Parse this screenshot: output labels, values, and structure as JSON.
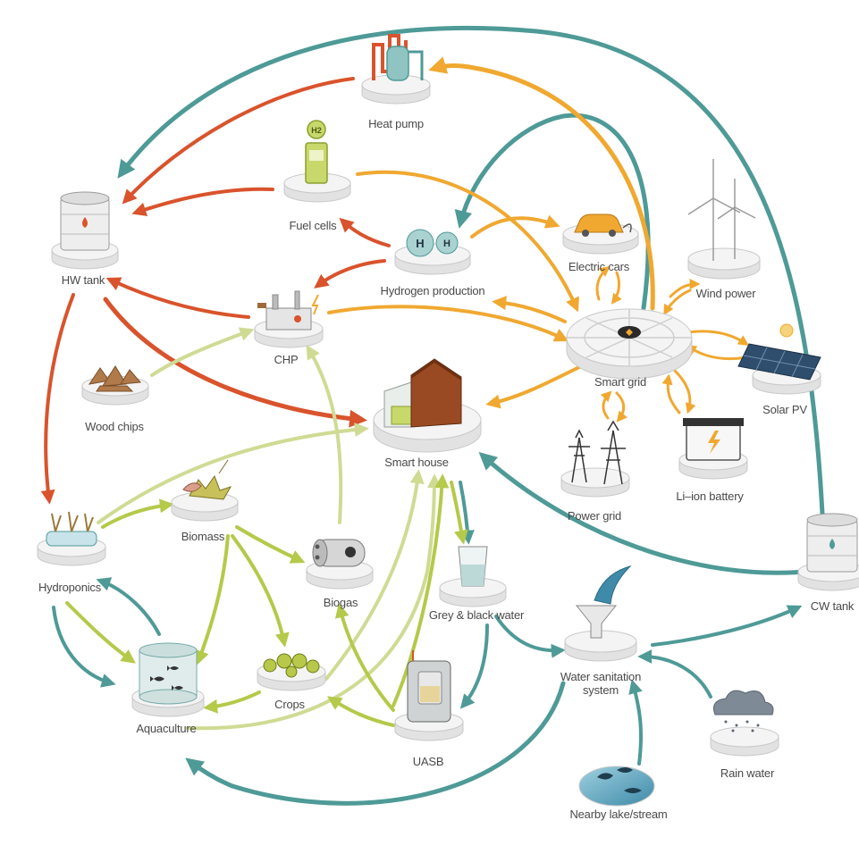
{
  "colors": {
    "heat": "#d9532c",
    "electric": "#f0a830",
    "water": "#4e9a97",
    "bio": "#b5c94a",
    "bio_light": "#d9e2a6",
    "disc_top": "#f4f4f4",
    "disc_edge": "#c9c9c9",
    "label": "#4a4a4a"
  },
  "nodes": {
    "heat_pump": {
      "label": "Heat pump",
      "icon": "heat-pump-icon"
    },
    "fuel_cells": {
      "label": "Fuel cells",
      "icon": "fuel-cell-icon"
    },
    "hw_tank": {
      "label": "HW tank",
      "icon": "hot-water-tank-icon"
    },
    "hydrogen": {
      "label": "Hydrogen production",
      "icon": "hydrogen-icon"
    },
    "electric_cars": {
      "label": "Electric cars",
      "icon": "electric-car-icon"
    },
    "wind": {
      "label": "Wind power",
      "icon": "wind-turbine-icon"
    },
    "chp": {
      "label": "CHP",
      "icon": "chp-plant-icon"
    },
    "smart_grid": {
      "label": "Smart grid",
      "icon": "smart-grid-icon"
    },
    "solar": {
      "label": "Solar PV",
      "icon": "solar-panel-icon"
    },
    "wood": {
      "label": "Wood chips",
      "icon": "wood-chips-icon"
    },
    "smart_house": {
      "label": "Smart house",
      "icon": "house-icon"
    },
    "battery": {
      "label": "Li–ion battery",
      "icon": "battery-icon"
    },
    "power_grid": {
      "label": "Power grid",
      "icon": "pylon-icon"
    },
    "hydroponics": {
      "label": "Hydroponics",
      "icon": "hydroponics-icon"
    },
    "biomass": {
      "label": "Biomass",
      "icon": "leaf-icon"
    },
    "biogas": {
      "label": "Biogas",
      "icon": "biogas-tank-icon"
    },
    "grey_water": {
      "label": "Grey & black water",
      "icon": "water-glass-icon"
    },
    "cw_tank": {
      "label": "CW tank",
      "icon": "cold-water-tank-icon"
    },
    "water_sanitation": {
      "label": "Water sanitation\nsystem",
      "icon": "funnel-icon"
    },
    "aquaculture": {
      "label": "Aquaculture",
      "icon": "fish-tank-icon"
    },
    "crops": {
      "label": "Crops",
      "icon": "crops-icon"
    },
    "uasb": {
      "label": "UASB",
      "icon": "uasb-reactor-icon"
    },
    "rain_water": {
      "label": "Rain water",
      "icon": "rain-cloud-icon"
    },
    "lake": {
      "label": "Nearby lake/stream",
      "icon": "lake-icon"
    }
  }
}
